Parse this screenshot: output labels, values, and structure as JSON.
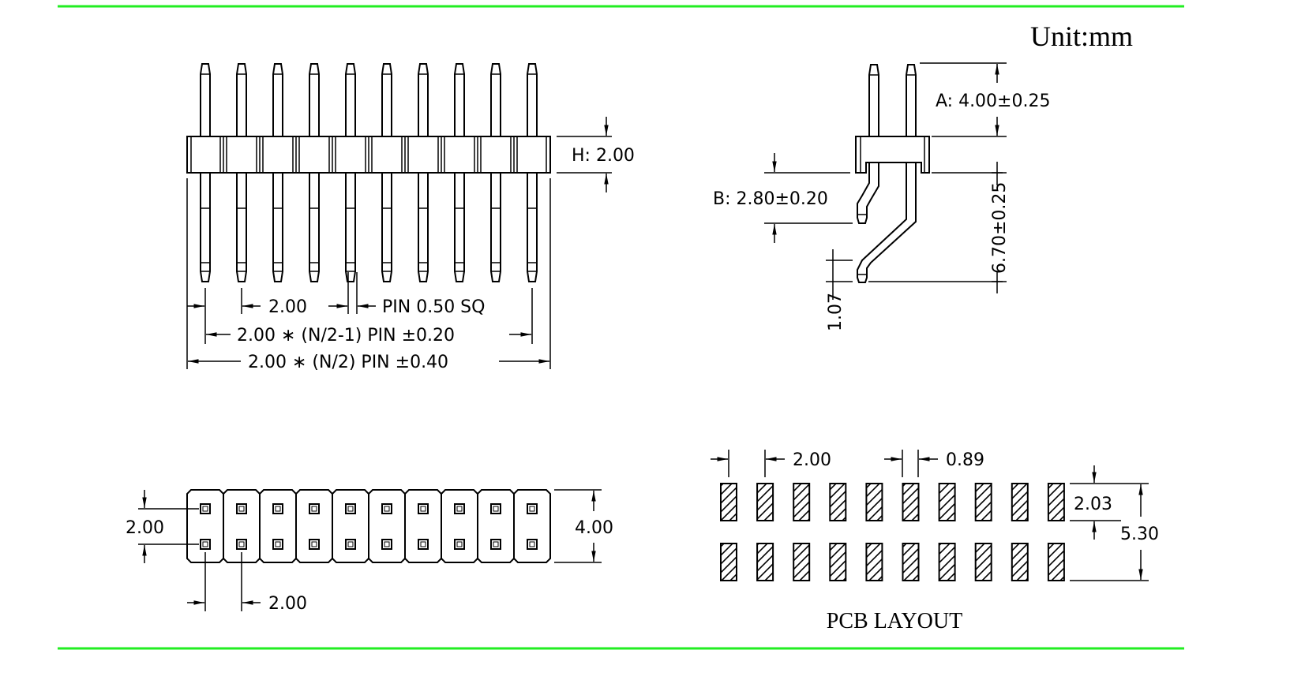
{
  "title": {
    "unit_label": "Unit:mm"
  },
  "front_view": {
    "pin_count": 10,
    "height_label": "H: 2.00",
    "pitch_label": "2.00",
    "pin_size_label": "PIN 0.50 SQ",
    "span_inner_label": "2.00 ∗ (N/2-1) PIN ±0.20",
    "span_outer_label": "2.00 ∗ (N/2) PIN ±0.40"
  },
  "side_view": {
    "a_label": "A: 4.00±0.25",
    "b_label": "B: 2.80±0.20",
    "c_label": "6.70±0.25",
    "d_label": "1.07"
  },
  "bottom_view": {
    "cell_count": 10,
    "row_pitch_label": "2.00",
    "width_label": "4.00",
    "col_pitch_label": "2.00"
  },
  "pcb_layout": {
    "caption": "PCB LAYOUT",
    "pad_count_per_row": 10,
    "pitch_label": "2.00",
    "pad_width_label": "0.89",
    "pad_length_label": "2.03",
    "row_span_label": "5.30"
  },
  "colors": {
    "border_line": "#22ee22",
    "ink": "#000000"
  }
}
